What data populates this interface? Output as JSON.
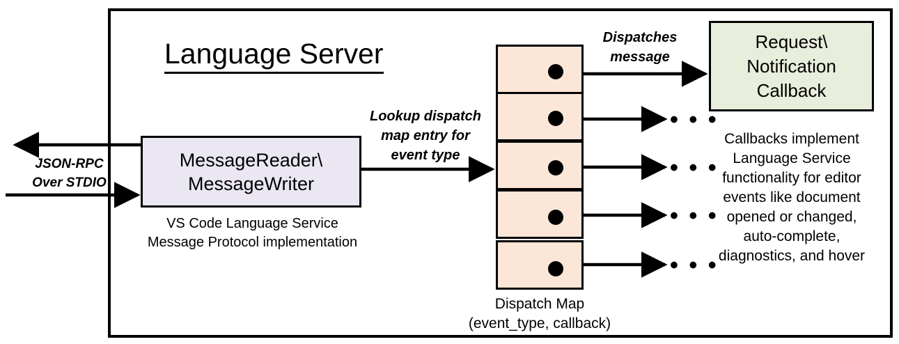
{
  "diagram": {
    "title": "Language Server",
    "colors": {
      "stroke": "#000000",
      "message_io_fill": "#EBE7F2",
      "dispatch_map_fill": "#FCE6D7",
      "callback_fill": "#E8EEDC",
      "background": "#FFFFFF"
    }
  },
  "external_channel": {
    "label_line1": "JSON-RPC",
    "label_line2": "Over STDIO",
    "outbound_arrow": "arrow-left-icon",
    "inbound_arrow": "arrow-right-icon"
  },
  "message_io": {
    "line1": "MessageReader\\",
    "line2": "MessageWriter",
    "caption_line1": "VS Code Language Service",
    "caption_line2": "Message Protocol implementation"
  },
  "lookup_edge": {
    "line1": "Lookup dispatch",
    "line2": "map entry for",
    "line3": "event type",
    "arrow": "arrow-right-icon"
  },
  "dispatch_map": {
    "caption_line1": "Dispatch Map",
    "caption_line2": "(event_type, callback)",
    "rows": [
      {
        "index": 1,
        "dot": "dispatch-entry-dot",
        "target": "callback-box"
      },
      {
        "index": 2,
        "dot": "dispatch-entry-dot",
        "target": "ellipsis"
      },
      {
        "index": 3,
        "dot": "dispatch-entry-dot",
        "target": "ellipsis"
      },
      {
        "index": 4,
        "dot": "dispatch-entry-dot",
        "target": "ellipsis"
      },
      {
        "index": 5,
        "dot": "dispatch-entry-dot",
        "target": "ellipsis"
      }
    ]
  },
  "dispatch_edge": {
    "line1": "Dispatches",
    "line2": "message",
    "arrow": "arrow-right-icon"
  },
  "ellipses": {
    "glyph": "• • •",
    "count": 4
  },
  "callback": {
    "line1": "Request\\",
    "line2": "Notification",
    "line3": "Callback",
    "caption_line1": "Callbacks implement",
    "caption_line2": "Language Service",
    "caption_line3": "functionality for editor",
    "caption_line4": "events like document",
    "caption_line5": "opened or changed,",
    "caption_line6": "auto-complete,",
    "caption_line7": "diagnostics, and hover"
  }
}
